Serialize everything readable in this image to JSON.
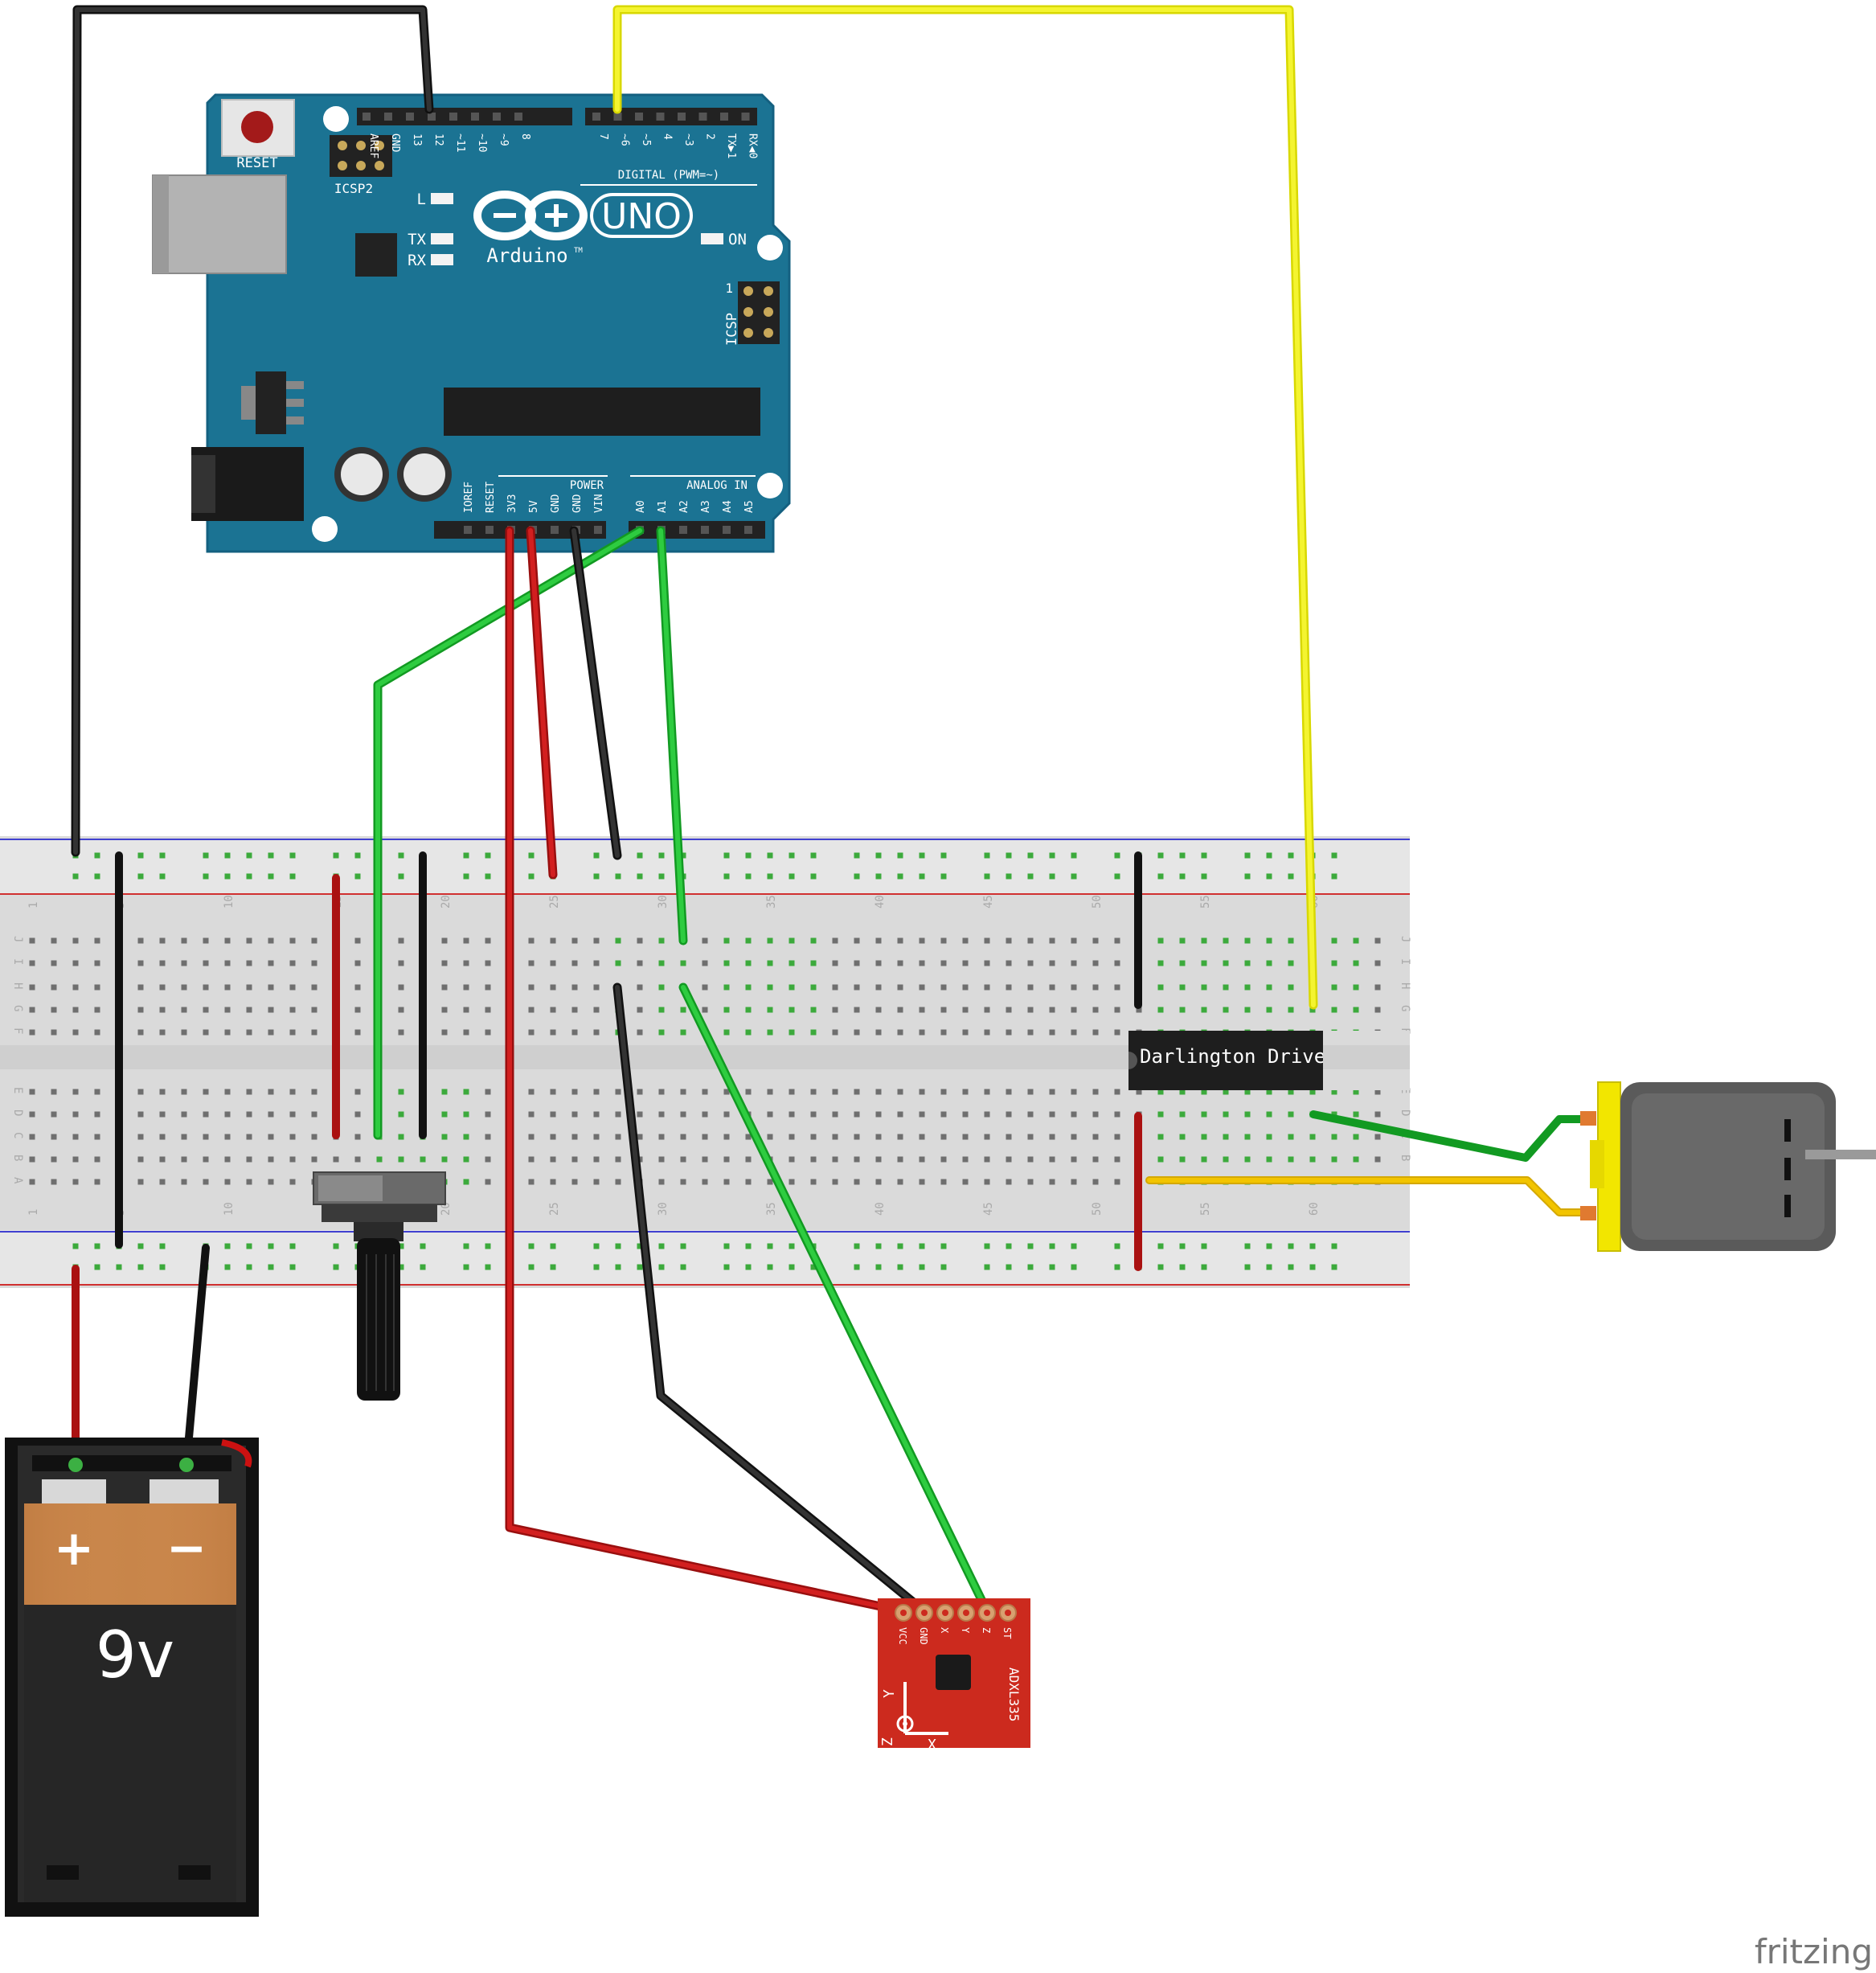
{
  "arduino": {
    "brand": "Arduino",
    "model": "UNO",
    "trademark": "TM",
    "reset_label": "RESET",
    "icsp2_label": "ICSP2",
    "icsp_label": "ICSP",
    "icsp_pin1": "1",
    "led_l": "L",
    "led_tx": "TX",
    "led_rx": "RX",
    "led_on": "ON",
    "digital_header": "DIGITAL (PWM=~)",
    "digital_pins": [
      "AREF",
      "GND",
      "13",
      "12",
      "~11",
      "~10",
      "~9",
      "8",
      "7",
      "~6",
      "~5",
      "4",
      "~3",
      "2",
      "TX▶1",
      "RX◀0"
    ],
    "power_header": "POWER",
    "power_pins": [
      "IOREF",
      "RESET",
      "3V3",
      "5V",
      "GND",
      "GND",
      "VIN"
    ],
    "analog_header": "ANALOG IN",
    "analog_pins": [
      "A0",
      "A1",
      "A2",
      "A3",
      "A4",
      "A5"
    ]
  },
  "breadboard": {
    "row_letters_top": [
      "J",
      "I",
      "H",
      "G",
      "F"
    ],
    "row_letters_bottom": [
      "E",
      "D",
      "C",
      "B",
      "A"
    ],
    "column_numbers": [
      "1",
      "5",
      "10",
      "15",
      "20",
      "25",
      "30",
      "35",
      "40",
      "45",
      "50",
      "55",
      "60"
    ]
  },
  "ic": {
    "label": "Darlington Driver"
  },
  "battery": {
    "plus": "+",
    "minus": "−",
    "voltage": "9v"
  },
  "accelerometer": {
    "name": "ADXL335",
    "pins": [
      "VCC",
      "GND",
      "X",
      "Y",
      "Z",
      "ST"
    ],
    "axis_y": "Y",
    "axis_x": "X",
    "axis_z": "Z"
  },
  "watermark": "fritzing",
  "colors": {
    "board": "#1b7393",
    "wire_red": "#cc1111",
    "wire_black": "#222222",
    "wire_green": "#22bb33",
    "wire_yellow": "#eeee22",
    "wire_orange_yellow": "#f2c400",
    "accel_board": "#cc2a1e",
    "motor_body": "#5a5a5a",
    "motor_cap": "#f2e600"
  }
}
